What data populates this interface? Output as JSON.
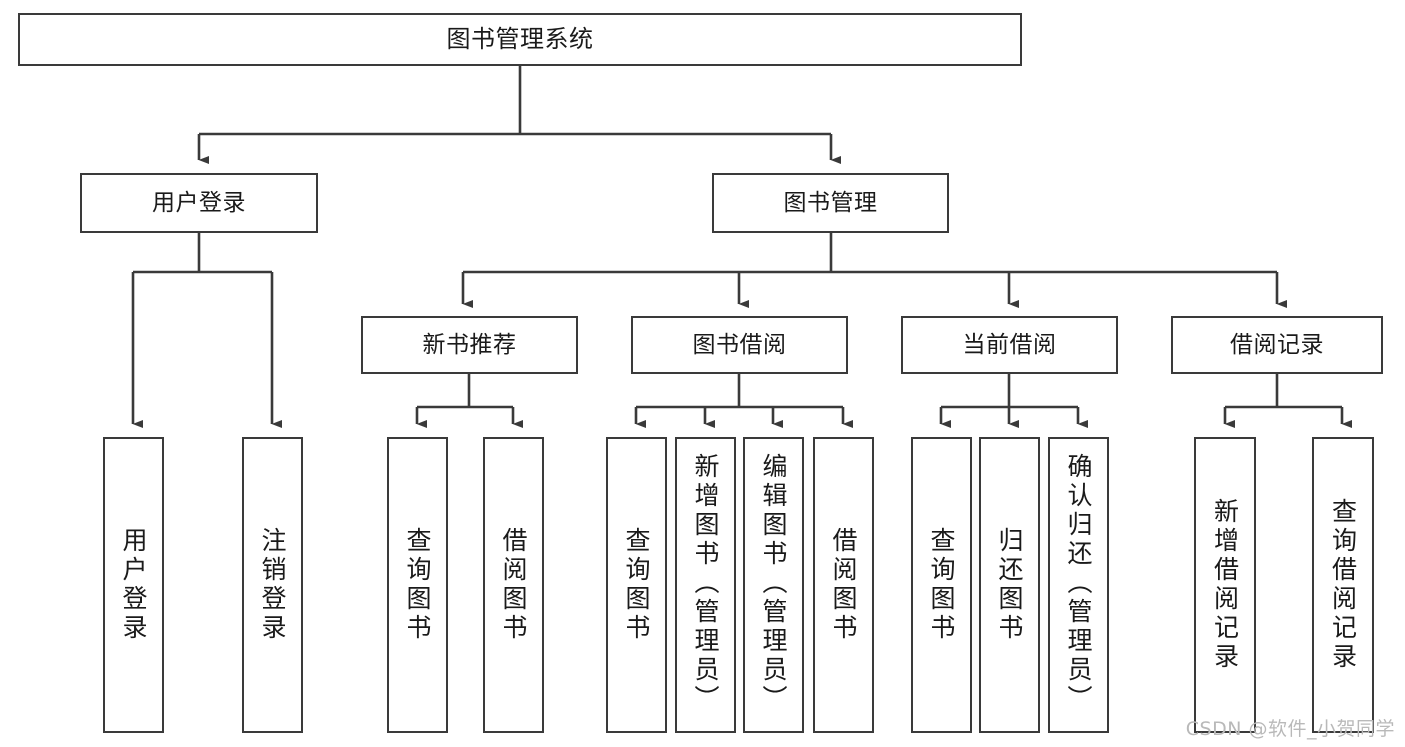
{
  "diagram": {
    "title": "图书管理系统",
    "type": "hierarchy-tree",
    "background_color": "#ffffff",
    "node_border_color": "#3a3a3a",
    "node_fill_color": "#ffffff",
    "edge_color": "#3a3a3a",
    "watermark": "CSDN @软件_小贺同学",
    "watermark_color": "#b9b9b9"
  },
  "nodes": {
    "root": {
      "label": "图书管理系统",
      "level": 0
    },
    "level1": [
      {
        "id": "user-login",
        "label": "用户登录"
      },
      {
        "id": "book-management",
        "label": "图书管理"
      }
    ],
    "level2": [
      {
        "id": "new-book-recommend",
        "label": "新书推荐",
        "parent": "book-management"
      },
      {
        "id": "book-borrow",
        "label": "图书借阅",
        "parent": "book-management"
      },
      {
        "id": "current-borrow",
        "label": "当前借阅",
        "parent": "book-management"
      },
      {
        "id": "borrow-record",
        "label": "借阅记录",
        "parent": "book-management"
      }
    ],
    "leaves": [
      {
        "id": "leaf-user-login",
        "label": "用户登录",
        "parent": "user-login"
      },
      {
        "id": "leaf-logout",
        "label": "注销登录",
        "parent": "user-login"
      },
      {
        "id": "leaf-query-book-1",
        "label": "查询图书",
        "parent": "new-book-recommend"
      },
      {
        "id": "leaf-borrow-book-1",
        "label": "借阅图书",
        "parent": "new-book-recommend"
      },
      {
        "id": "leaf-query-book-2",
        "label": "查询图书",
        "parent": "book-borrow"
      },
      {
        "id": "leaf-add-book",
        "label": "新增图书（管理员）",
        "parent": "book-borrow"
      },
      {
        "id": "leaf-edit-book",
        "label": "编辑图书（管理员）",
        "parent": "book-borrow"
      },
      {
        "id": "leaf-borrow-book-2",
        "label": "借阅图书",
        "parent": "book-borrow"
      },
      {
        "id": "leaf-query-book-3",
        "label": "查询图书",
        "parent": "current-borrow"
      },
      {
        "id": "leaf-return-book",
        "label": "归还图书",
        "parent": "current-borrow"
      },
      {
        "id": "leaf-confirm-return",
        "label": "确认归还（管理员）",
        "parent": "current-borrow"
      },
      {
        "id": "leaf-add-record",
        "label": "新增借阅记录",
        "parent": "borrow-record"
      },
      {
        "id": "leaf-query-record",
        "label": "查询借阅记录",
        "parent": "borrow-record"
      }
    ]
  }
}
